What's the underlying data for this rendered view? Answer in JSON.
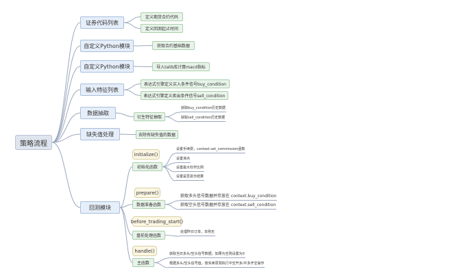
{
  "root": "策略流程",
  "branches": [
    {
      "label": "证券代码列表",
      "children": [
        "定义期货合约代码",
        "定义回测起止时间"
      ]
    },
    {
      "label": "自定义Python模块",
      "children": [
        "获取合约基础数据"
      ]
    },
    {
      "label": "自定义Python模块",
      "children": [
        "导入talib库计算macd指标"
      ]
    },
    {
      "label": "输入特征列表",
      "children": [
        "表达式引擎定义买入条件信号buy_condition",
        "表达式引擎定义卖出条件信号sell_condition"
      ]
    },
    {
      "label": "数据抽取",
      "children": [
        "衍生特征抽取"
      ],
      "leaves": [
        "获取buy_condition历史数据",
        "获取sell_condition历史数据"
      ]
    },
    {
      "label": "缺失值处理",
      "children": [
        "去除有缺失值的数据"
      ]
    },
    {
      "label": "回测模块",
      "groups": [
        {
          "func": "initialize()",
          "label": "初始化函数",
          "leaves": [
            "设置手续费，context.set_commission函数",
            "设置滑点",
            "设置最大杠杆比例",
            "设置是否逐日结算"
          ]
        },
        {
          "func": "prepare()",
          "label": "数据准备函数",
          "leaves": [
            "获取多头信号数据并存放在 context.buy_condition",
            "获取空头信号数据并存放在 context.sell_condition"
          ]
        },
        {
          "func": "before_trading_start()",
          "label": "盘前处理函数",
          "leaves": [
            "处理昨日订单，本例无"
          ]
        },
        {
          "func": "handle()",
          "label": "主函数",
          "leaves": [
            "获取当日多头/空头信号数据，如果为空则设置为0",
            "根据多头/空头信号值，按买卖原则执行平空开多/平多开空操作"
          ]
        }
      ]
    }
  ],
  "colors": {
    "line": "#9aa7bd",
    "root_fill": "#dfe5ee",
    "level1_fill": "#e6eef9",
    "level2_fill": "#e8f3ea",
    "func_fill": "#fbf6e4"
  }
}
